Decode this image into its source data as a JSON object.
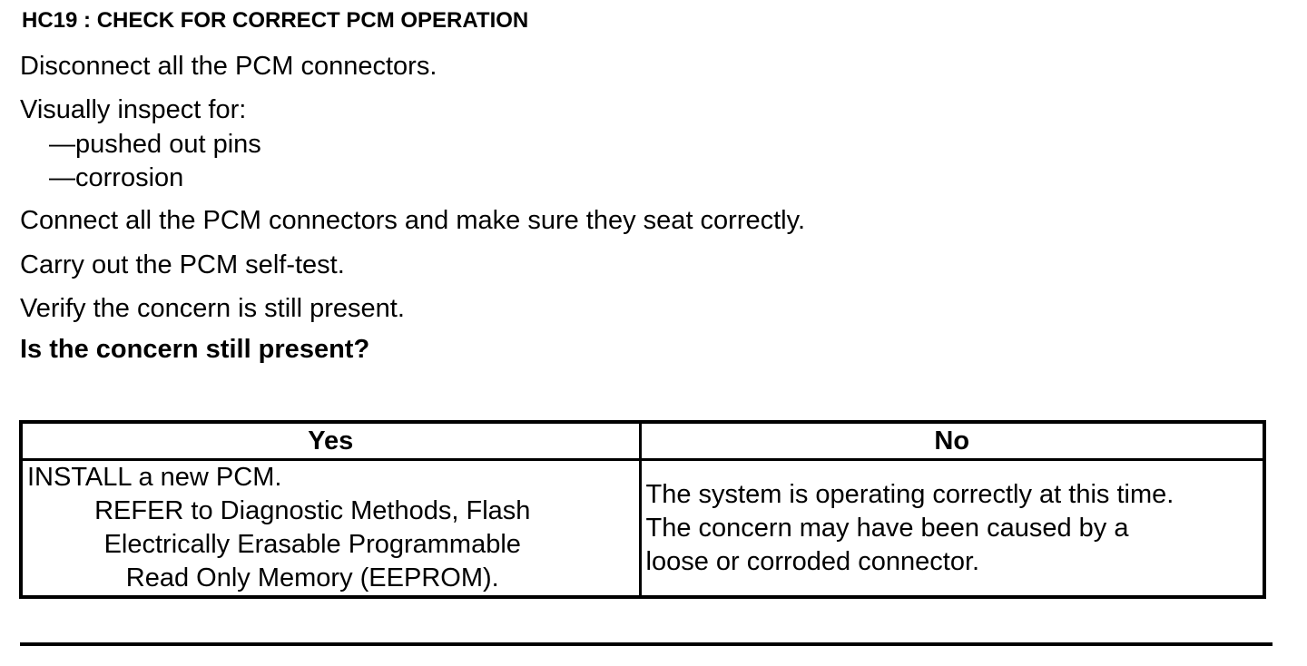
{
  "heading": "HC19 : CHECK FOR CORRECT PCM OPERATION",
  "steps": {
    "disconnect": "Disconnect all the PCM connectors.",
    "inspect": "Visually inspect for:",
    "inspect_items": [
      "—pushed out pins",
      "—corrosion"
    ],
    "connect": "Connect all the PCM connectors and make sure they seat correctly.",
    "self_test": "Carry out the PCM self-test.",
    "verify": "Verify the concern is still present."
  },
  "question": "Is the concern still present?",
  "table": {
    "headers": [
      "Yes",
      "No"
    ],
    "yes": {
      "action": "INSTALL a new PCM.",
      "reference_lines": [
        "REFER to Diagnostic Methods, Flash",
        "Electrically Erasable Programmable",
        "Read Only Memory (EEPROM)."
      ]
    },
    "no": {
      "lines": [
        "The system is operating correctly at this time.",
        "The concern may have been caused by a",
        "loose or corroded connector."
      ]
    }
  }
}
